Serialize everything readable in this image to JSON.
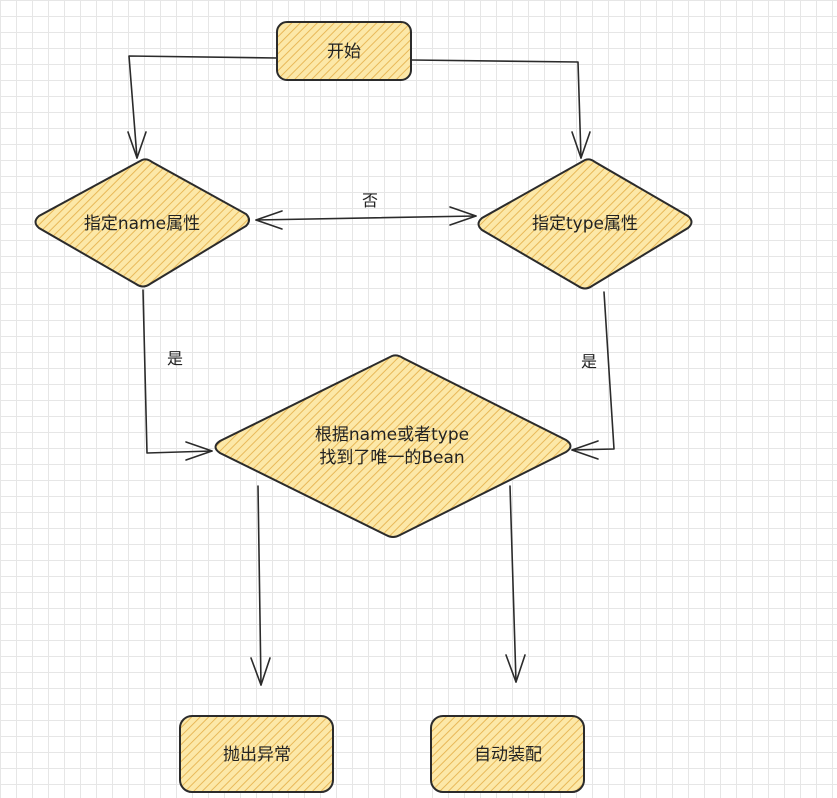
{
  "nodes": {
    "start": "开始",
    "name_check": "指定name属性",
    "type_check": "指定type属性",
    "unique_check": [
      "根据name或者type",
      "找到了唯一的Bean"
    ],
    "throw": "抛出异常",
    "autowire": "自动装配"
  },
  "edges": {
    "no": "否",
    "yes_left": "是",
    "yes_right": "是"
  },
  "colors": {
    "fill": "#fce8a8",
    "hatch": "#e8b858",
    "stroke": "#2b2b2b",
    "grid": "#e6e6e6"
  }
}
